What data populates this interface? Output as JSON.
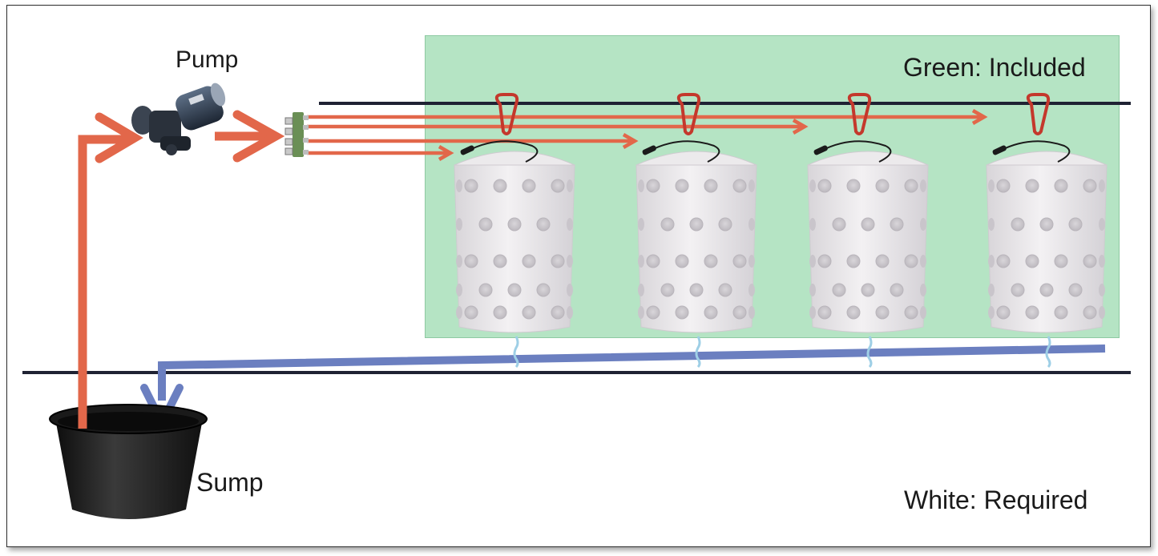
{
  "labels": {
    "pump": "Pump",
    "sump": "Sump",
    "included": "Green: Included",
    "required": "White: Required"
  },
  "colors": {
    "included_zone": "#b5e4c4",
    "supply_line": "#e2674a",
    "return_line": "#6b7fc0",
    "rail": "#1f2233",
    "tower": "#e9e6e8",
    "carabiner": "#c4382c",
    "sump_bucket": "#1c1c1c"
  },
  "components": [
    "pump",
    "manifold",
    "tower-1",
    "tower-2",
    "tower-3",
    "tower-4",
    "sump"
  ]
}
